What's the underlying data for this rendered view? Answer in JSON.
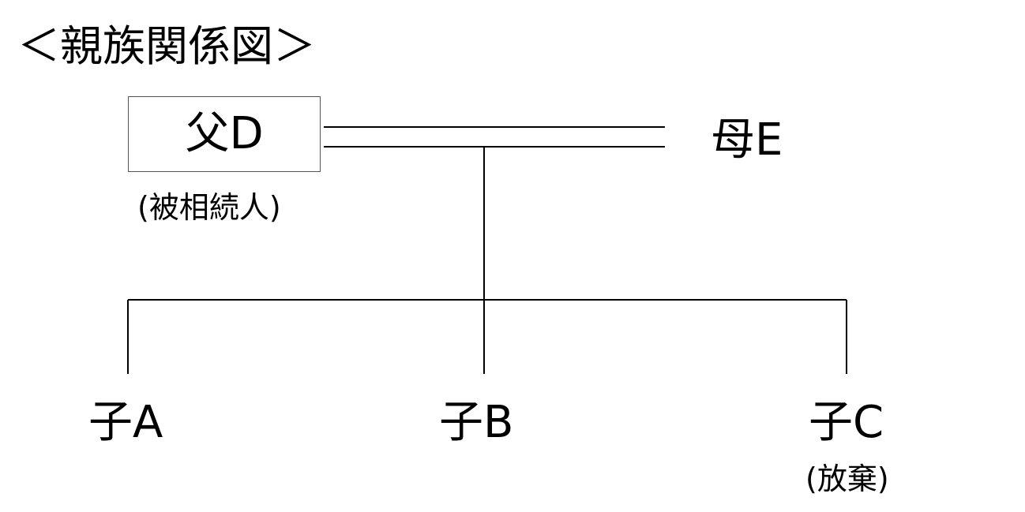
{
  "title": "＜親族関係図＞",
  "father": {
    "name": "父D",
    "note": "(被相続人)"
  },
  "mother": {
    "name": "母E"
  },
  "children": [
    {
      "name": "子A",
      "note": ""
    },
    {
      "name": "子B",
      "note": ""
    },
    {
      "name": "子C",
      "note": "(放棄)"
    }
  ],
  "colors": {
    "line": "#000000",
    "box_border": "#555555"
  }
}
